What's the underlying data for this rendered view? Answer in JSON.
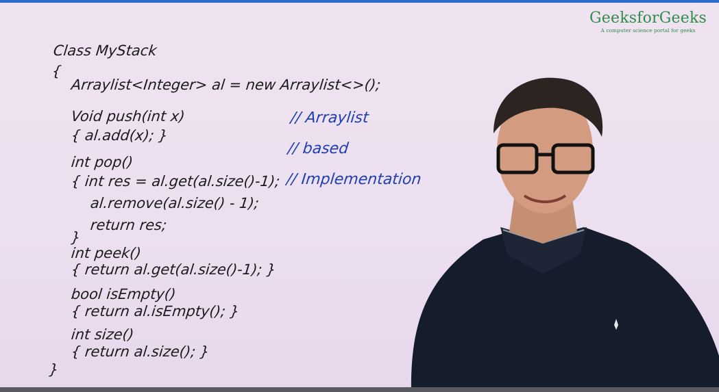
{
  "brand": {
    "name": "GeeksforGeeks",
    "tagline": "A computer science portal for geeks"
  },
  "code_lines": [
    "Class MyStack",
    "{",
    "Arraylist<Integer> al = new Arraylist<>();",
    "Void push(int x)",
    "{  al.add(x);  }",
    "int pop()",
    "{  int res = al.get(al.size()-1);",
    "al.remove(al.size() - 1);",
    "return res;",
    "}",
    "int peek()",
    "{  return al.get(al.size()-1);  }",
    "bool isEmpty()",
    "{  return  al.isEmpty();  }",
    "int size()",
    "{  return al.size();  }",
    "}"
  ],
  "comments": [
    "// Arraylist",
    "// based",
    "// Implementation"
  ],
  "colors": {
    "background": "#eedff0",
    "code_ink": "#1b1b1b",
    "comment_ink": "#1e3fb0",
    "brand_green": "#2f8d46",
    "top_line": "#2d6cc9",
    "progress_bar": "#5a5a62"
  }
}
